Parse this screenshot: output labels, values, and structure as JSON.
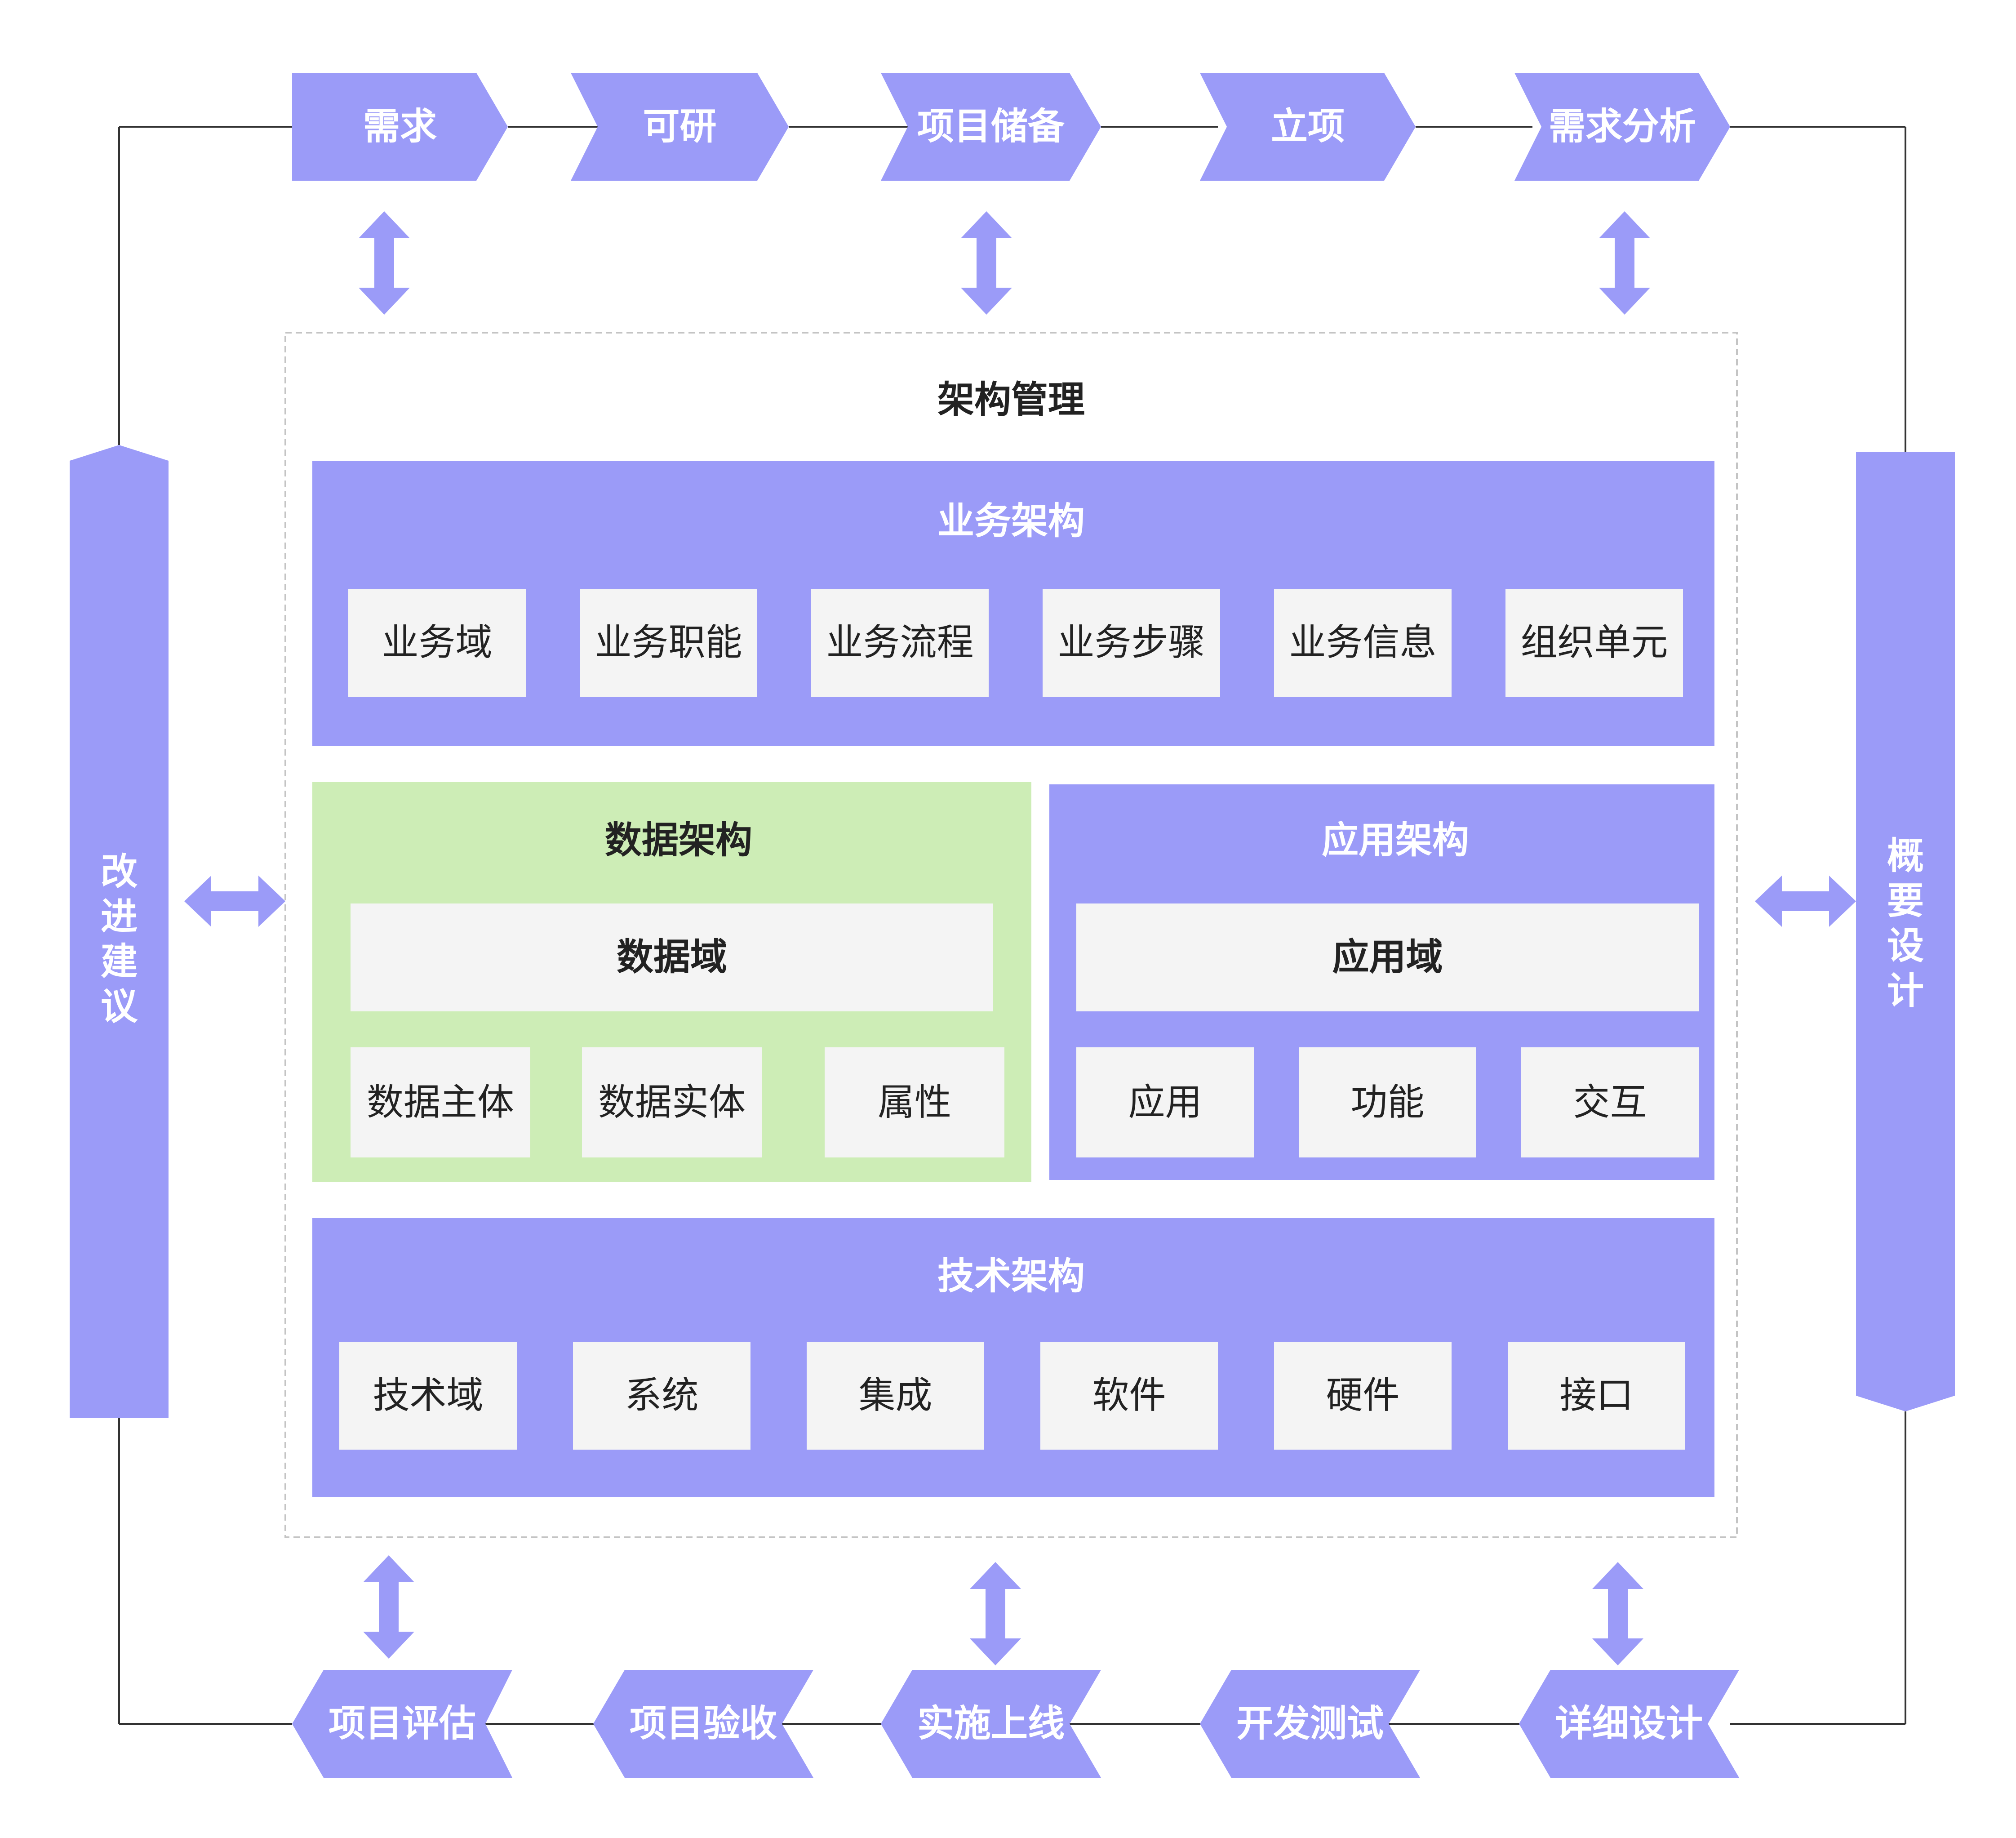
{
  "colors": {
    "accent": "#9b9bf8",
    "data_panel": "#cdedb6",
    "cell": "#f4f4f4",
    "outline": "#333333"
  },
  "top_flow": [
    "需求",
    "可研",
    "项目储备",
    "立项",
    "需求分析"
  ],
  "bottom_flow": [
    "项目评估",
    "项目验收",
    "实施上线",
    "开发测试",
    "详细设计"
  ],
  "left_column": "改进建议",
  "right_column": "概要设计",
  "management": {
    "title": "架构管理",
    "business": {
      "title": "业务架构",
      "items": [
        "业务域",
        "业务职能",
        "业务流程",
        "业务步骤",
        "业务信息",
        "组织单元"
      ]
    },
    "data": {
      "title": "数据架构",
      "domain": "数据域",
      "items": [
        "数据主体",
        "数据实体",
        "属性"
      ]
    },
    "application": {
      "title": "应用架构",
      "domain": "应用域",
      "items": [
        "应用",
        "功能",
        "交互"
      ]
    },
    "technology": {
      "title": "技术架构",
      "items": [
        "技术域",
        "系统",
        "集成",
        "软件",
        "硬件",
        "接口"
      ]
    }
  },
  "icons": {
    "connector": "double-headed-arrow-icon",
    "step": "chevron-arrow-icon",
    "column": "pointed-banner-icon"
  }
}
